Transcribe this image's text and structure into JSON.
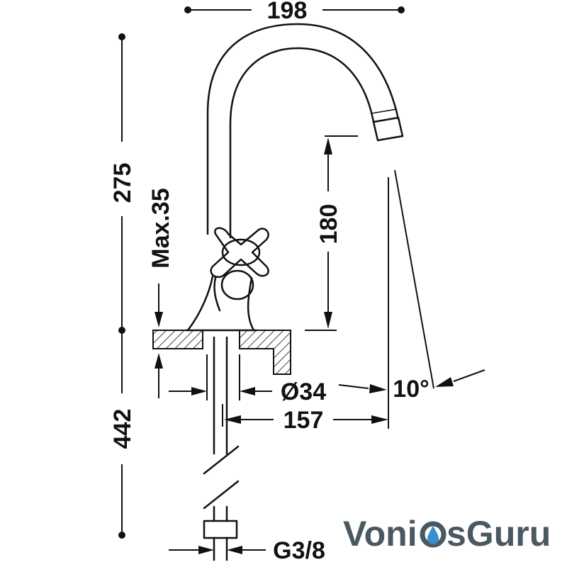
{
  "dimensions": {
    "width_top": "198",
    "height_spout": "275",
    "height_below": "442",
    "max_deck": "Max.35",
    "spout_height": "180",
    "diameter": "Ø34",
    "reach": "157",
    "angle": "10°",
    "thread": "G3/8"
  },
  "logo": {
    "part1": "Voni",
    "part2": "sGuru"
  },
  "colors": {
    "ink": "#111111",
    "logo": "#4a5862",
    "logo_drop": "#3a8fd0"
  }
}
